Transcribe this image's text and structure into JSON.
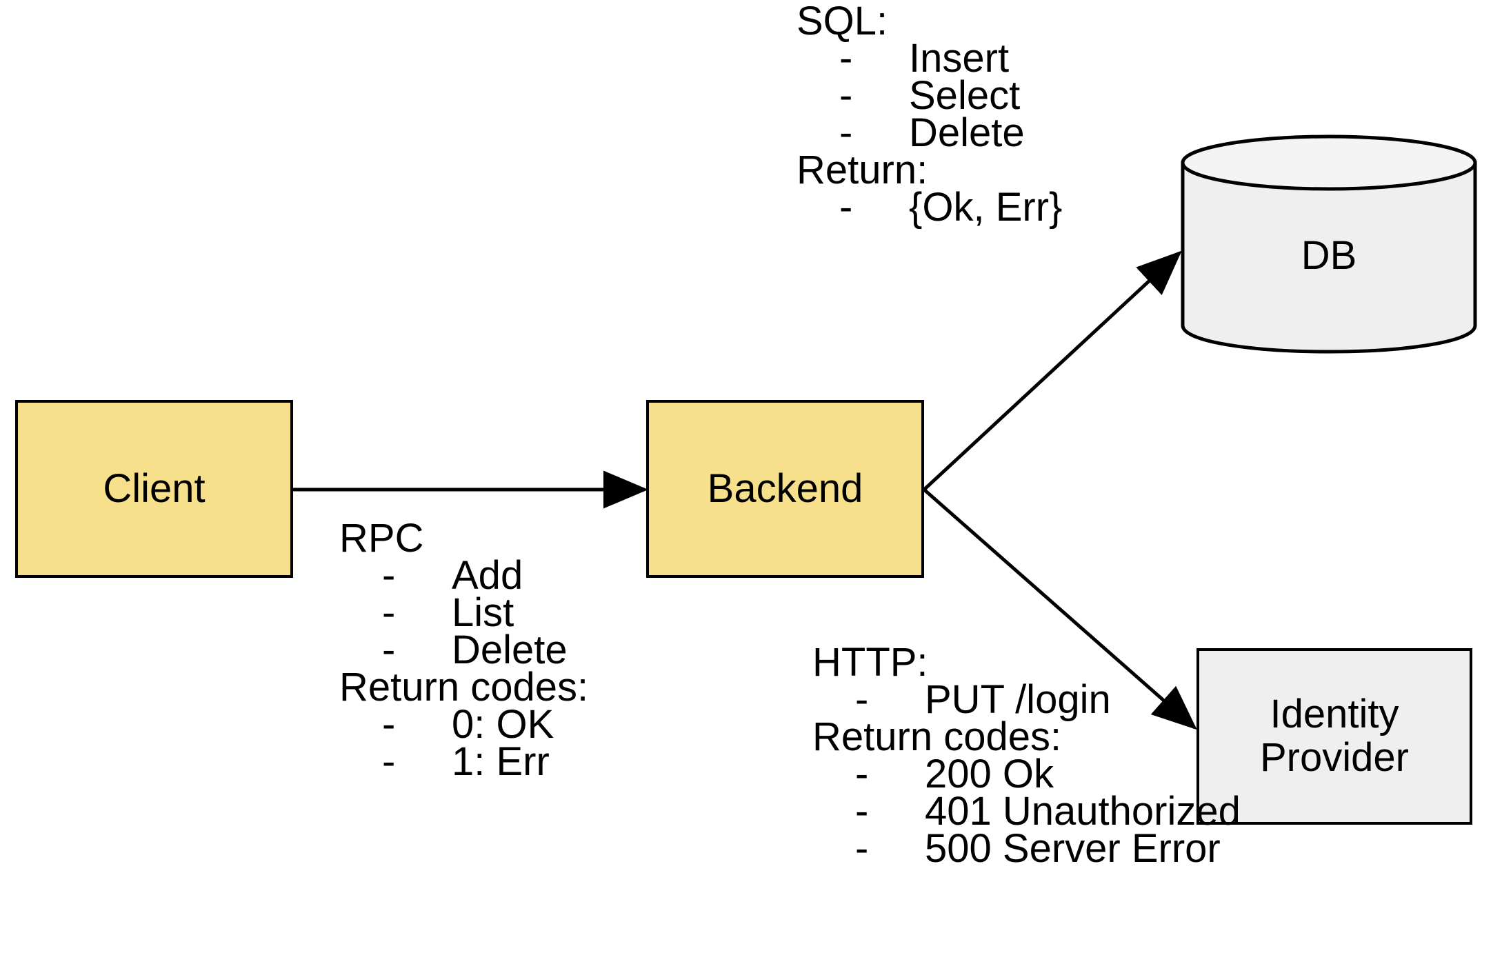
{
  "diagram": {
    "title": "Client / Backend / DB / Identity Provider architecture",
    "colors": {
      "node_yellow": "#F7E08C",
      "node_gray": "#EFEFEF",
      "stroke": "#000000",
      "background": "#FFFFFF"
    },
    "nodes": [
      {
        "id": "client",
        "label": "Client",
        "shape": "rect",
        "fill": "#F7E08C"
      },
      {
        "id": "backend",
        "label": "Backend",
        "shape": "rect",
        "fill": "#F7E08C"
      },
      {
        "id": "db",
        "label": "DB",
        "shape": "cylinder",
        "fill": "#EFEFEF"
      },
      {
        "id": "idp",
        "label": "Identity\nProvider",
        "label_line1": "Identity",
        "label_line2": "Provider",
        "shape": "rect",
        "fill": "#EFEFEF"
      }
    ],
    "edges": [
      {
        "id": "client-to-backend",
        "from": "client",
        "to": "backend",
        "arrow": "end",
        "annotation": "rpc"
      },
      {
        "id": "backend-to-db",
        "from": "backend",
        "to": "db",
        "arrow": "end",
        "annotation": "sql"
      },
      {
        "id": "backend-to-idp",
        "from": "backend",
        "to": "idp",
        "arrow": "end",
        "annotation": "http"
      }
    ],
    "annotations": {
      "rpc": {
        "heading": "RPC",
        "items": [
          "Add",
          "List",
          "Delete"
        ],
        "sub_heading": "Return codes:",
        "sub_items": [
          "0: OK",
          "1: Err"
        ],
        "bullet": "-"
      },
      "sql": {
        "heading": "SQL:",
        "items": [
          "Insert",
          "Select",
          "Delete"
        ],
        "sub_heading": "Return:",
        "sub_items": [
          "{Ok, Err}"
        ],
        "bullet": "-"
      },
      "http": {
        "heading": "HTTP:",
        "items": [
          "PUT /login"
        ],
        "sub_heading": "Return codes:",
        "sub_items": [
          "200 Ok",
          "401 Unauthorized",
          "500 Server Error"
        ],
        "bullet": "-"
      }
    }
  }
}
